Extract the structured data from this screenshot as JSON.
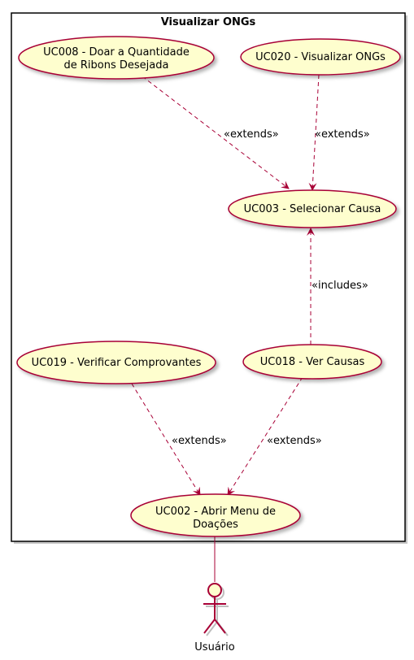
{
  "title": "Visualizar ONGs",
  "colors": {
    "usecase_fill": "#FEFECE",
    "line": "#A80036",
    "frame": "#000000",
    "text": "#000000"
  },
  "use_cases": {
    "uc008": {
      "line1": "UC008 - Doar a Quantidade",
      "line2": "de Ribons Desejada"
    },
    "uc020": {
      "line1": "UC020 - Visualizar ONGs"
    },
    "uc003": {
      "line1": "UC003 - Selecionar Causa"
    },
    "uc019": {
      "line1": "UC019 - Verificar Comprovantes"
    },
    "uc018": {
      "line1": "UC018 - Ver Causas"
    },
    "uc002": {
      "line1": "UC002 - Abrir Menu de",
      "line2": "Doações"
    }
  },
  "relations": {
    "r1": "«extends»",
    "r2": "«extends»",
    "r3": "«includes»",
    "r4": "«extends»",
    "r5": "«extends»"
  },
  "actor": {
    "name": "Usuário"
  }
}
